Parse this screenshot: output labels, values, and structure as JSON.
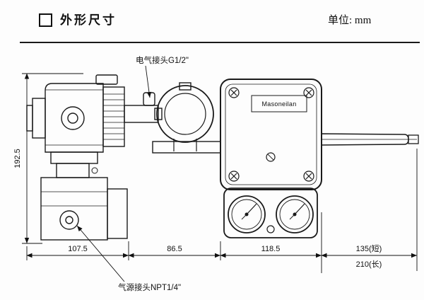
{
  "header": {
    "title": "外形尺寸",
    "unit_label": "单位: mm"
  },
  "drawing": {
    "brand": "Masoneilan",
    "annotations": {
      "electrical": "电气接头G1/2\"",
      "air_supply": "气源接头NPT1/4\""
    },
    "dimensions": {
      "height": "192.5",
      "width_side_view": "107.5",
      "width_yoke": "86.5",
      "width_body": "118.5",
      "lever_short": "135(短)",
      "lever_long": "210(长)"
    }
  }
}
